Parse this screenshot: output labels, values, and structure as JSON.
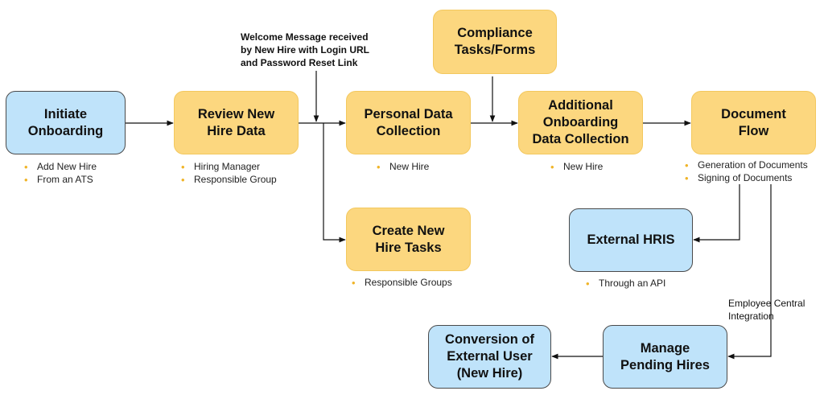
{
  "nodes": {
    "initiate": {
      "label": "Initiate\nOnboarding",
      "bullets": [
        "Add New Hire",
        "From an ATS"
      ]
    },
    "review": {
      "label": "Review New\nHire Data",
      "bullets": [
        "Hiring Manager",
        "Responsible Group"
      ]
    },
    "personal": {
      "label": "Personal Data\nCollection",
      "bullets": [
        "New Hire"
      ]
    },
    "compliance": {
      "label": "Compliance\nTasks/Forms"
    },
    "additional": {
      "label": "Additional\nOnboarding\nData Collection",
      "bullets": [
        "New Hire"
      ]
    },
    "document": {
      "label": "Document\nFlow",
      "bullets": [
        "Generation of Documents",
        "Signing of Documents"
      ]
    },
    "tasks": {
      "label": "Create New\nHire Tasks",
      "bullets": [
        "Responsible Groups"
      ]
    },
    "hris": {
      "label": "External HRIS",
      "bullets": [
        "Through an API"
      ]
    },
    "pending": {
      "label": "Manage\nPending Hires"
    },
    "conversion": {
      "label": "Conversion of\nExternal User\n(New Hire)"
    }
  },
  "annotations": {
    "welcome": "Welcome Message received\nby New Hire with Login URL\nand Password Reset Link",
    "integration": "Employee Central\nIntegration"
  },
  "colors": {
    "process": "#fcd77f",
    "system": "#bfe3fa",
    "bullet": "#f0b428",
    "connector": "#111111"
  }
}
